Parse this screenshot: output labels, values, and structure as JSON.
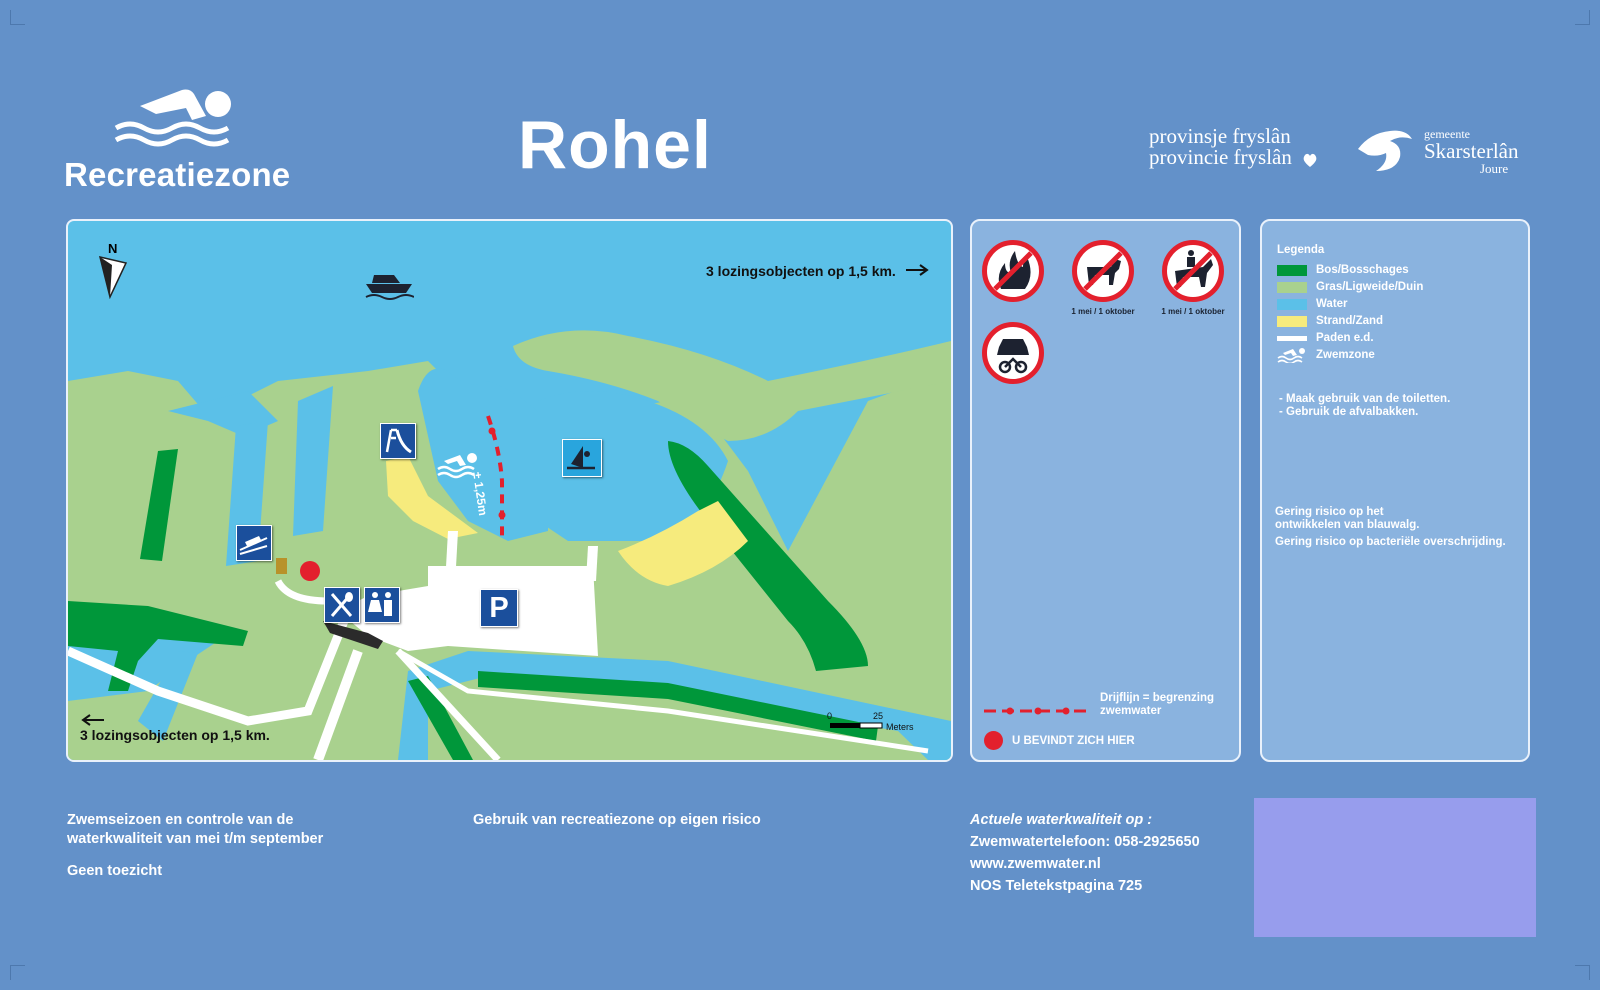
{
  "header": {
    "zone_label": "Recreatiezone",
    "title": "Rohel",
    "province_fy": "provinsje fryslân",
    "province_nl": "provincie fryslân",
    "municipality_prefix": "gemeente",
    "municipality_name": "Skarsterlân",
    "municipality_place": "Joure"
  },
  "map": {
    "north_label": "N",
    "discharge_top": "3 lozingsobjecten op 1,5 km.",
    "discharge_bottom": "3 lozingsobjecten op 1,5 km.",
    "distance_label": "± 1,25m",
    "scale_start": "0",
    "scale_end": "25",
    "scale_unit": "Meters",
    "parking_symbol": "P",
    "icons": [
      "boat-icon",
      "slide-icon",
      "swimmer-icon",
      "windsurf-icon",
      "boat-launch-icon",
      "restaurant-icon",
      "toilets-icon",
      "parking-icon",
      "you-are-here-marker"
    ]
  },
  "prohibitions": {
    "signs": [
      {
        "icon": "no-fire-icon",
        "caption": ""
      },
      {
        "icon": "no-dogs-icon",
        "caption": "1 mei / 1 oktober"
      },
      {
        "icon": "no-horses-icon",
        "caption": "1 mei / 1 oktober"
      },
      {
        "icon": "no-vehicles-icon",
        "caption": ""
      }
    ],
    "float_line_label": "Drijflijn = begrenzing zwemwater",
    "you_are_here": "U BEVINDT ZICH HIER"
  },
  "legend": {
    "title": "Legenda",
    "items": [
      {
        "label": "Bos/Bosschages",
        "color": "#00973a"
      },
      {
        "label": "Gras/Ligweide/Duin",
        "color": "#a9d18e"
      },
      {
        "label": "Water",
        "color": "#5bc0e8"
      },
      {
        "label": "Strand/Zand",
        "color": "#f6eb7d"
      },
      {
        "label": "Paden e.d.",
        "color": "#ffffff"
      },
      {
        "label": "Zwemzone",
        "color": "swim-icon"
      }
    ],
    "rules": [
      "- Maak gebruik van de toiletten.",
      "- Gebruik de afvalbakken."
    ],
    "risk_1": "Gering risico op het ontwikkelen van blauwalg.",
    "risk_2": "Gering risico op bacteriële overschrijding."
  },
  "footer": {
    "season": "Zwemseizoen en controle van de waterkwaliteit van mei t/m september",
    "supervision": "Geen toezicht",
    "risk": "Gebruik van recreatiezone op eigen risico",
    "quality_title": "Actuele waterkwaliteit op :",
    "phone": "Zwemwatertelefoon: 058-2925650",
    "website": "www.zwemwater.nl",
    "teletext": "NOS Teletekstpagina 725"
  },
  "colors": {
    "background": "#6391c9",
    "forest": "#00973a",
    "grass": "#a9d18e",
    "water": "#5bc0e8",
    "sand": "#f6eb7d",
    "sign_red": "#e3202d",
    "info_box": "#979ded"
  }
}
